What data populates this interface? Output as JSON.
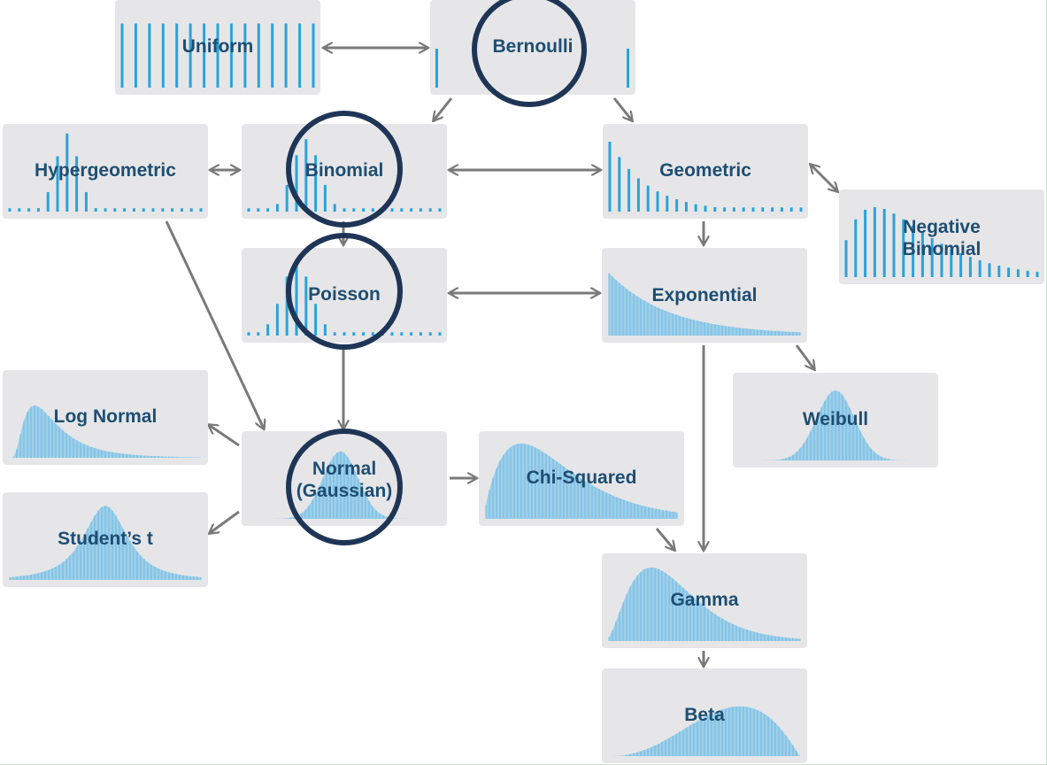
{
  "colors": {
    "box": "#e6e6e8",
    "bars": "#29a3db",
    "fill": "#9fd0ea",
    "label": "#1d4e72",
    "arrow": "#7a7a7a",
    "ring": "#1e3556"
  },
  "diagram": {
    "nodes": [
      {
        "id": "uniform",
        "label": "Uniform",
        "chart": "uniform"
      },
      {
        "id": "bernoulli",
        "label": "Bernoulli",
        "chart": "bernoulli"
      },
      {
        "id": "hypergeometric",
        "label": "Hypergeometric",
        "chart": "hypergeometric"
      },
      {
        "id": "binomial",
        "label": "Binomial",
        "chart": "binomial"
      },
      {
        "id": "geometric",
        "label": "Geometric",
        "chart": "geometric"
      },
      {
        "id": "negative-binomial",
        "label": "Negative\nBinomial",
        "chart": "negbinomial"
      },
      {
        "id": "poisson",
        "label": "Poisson",
        "chart": "poisson"
      },
      {
        "id": "exponential",
        "label": "Exponential",
        "chart": "exponential"
      },
      {
        "id": "log-normal",
        "label": "Log Normal",
        "chart": "lognormal"
      },
      {
        "id": "weibull",
        "label": "Weibull",
        "chart": "weibull"
      },
      {
        "id": "normal",
        "label": "Normal\n(Gaussian)",
        "chart": "normal"
      },
      {
        "id": "chi-squared",
        "label": "Chi-Squared",
        "chart": "chisquared"
      },
      {
        "id": "students-t",
        "label": "Student’s t",
        "chart": "studentt"
      },
      {
        "id": "gamma",
        "label": "Gamma",
        "chart": "gamma"
      },
      {
        "id": "beta",
        "label": "Beta",
        "chart": "beta"
      }
    ],
    "edges": [
      {
        "from": "uniform",
        "to": "bernoulli",
        "bidirectional": true
      },
      {
        "from": "bernoulli",
        "to": "binomial",
        "bidirectional": false
      },
      {
        "from": "bernoulli",
        "to": "geometric",
        "bidirectional": false
      },
      {
        "from": "hypergeometric",
        "to": "binomial",
        "bidirectional": true
      },
      {
        "from": "binomial",
        "to": "geometric",
        "bidirectional": true
      },
      {
        "from": "geometric",
        "to": "negative-binomial",
        "bidirectional": true
      },
      {
        "from": "binomial",
        "to": "poisson",
        "bidirectional": false
      },
      {
        "from": "geometric",
        "to": "exponential",
        "bidirectional": false
      },
      {
        "from": "poisson",
        "to": "exponential",
        "bidirectional": true
      },
      {
        "from": "hypergeometric",
        "to": "normal",
        "bidirectional": false
      },
      {
        "from": "poisson",
        "to": "normal",
        "bidirectional": false
      },
      {
        "from": "exponential",
        "to": "weibull",
        "bidirectional": false
      },
      {
        "from": "exponential",
        "to": "gamma",
        "bidirectional": false
      },
      {
        "from": "normal",
        "to": "log-normal",
        "bidirectional": false
      },
      {
        "from": "normal",
        "to": "chi-squared",
        "bidirectional": false
      },
      {
        "from": "normal",
        "to": "students-t",
        "bidirectional": false
      },
      {
        "from": "chi-squared",
        "to": "gamma",
        "bidirectional": false
      },
      {
        "from": "gamma",
        "to": "beta",
        "bidirectional": false
      }
    ],
    "highlighted": [
      "bernoulli",
      "binomial",
      "poisson",
      "normal"
    ]
  }
}
